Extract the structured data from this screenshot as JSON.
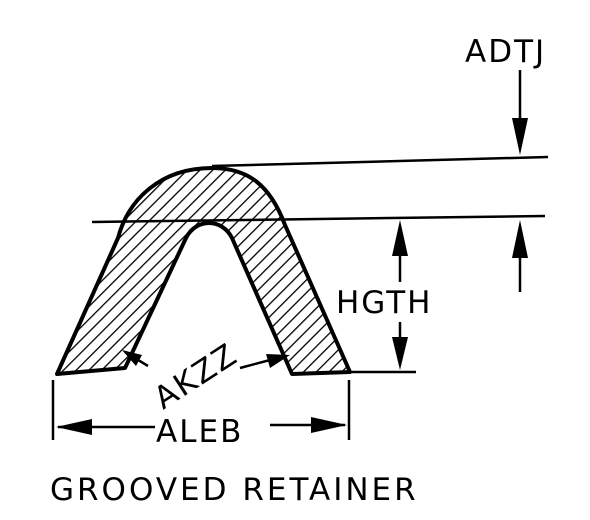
{
  "diagram": {
    "title": "GROOVED RETAINER",
    "labels": {
      "top_dimension": "ADTJ",
      "height": "HGTH",
      "angle": "AKZZ",
      "base_width": "ALEB"
    }
  }
}
